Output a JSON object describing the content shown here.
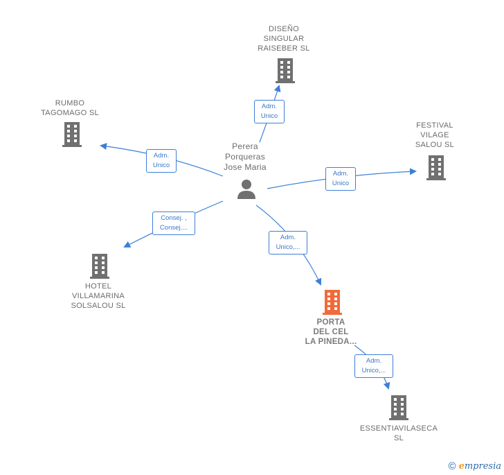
{
  "colors": {
    "edge": "#3c7fd6",
    "company_icon": "#707070",
    "focus_icon": "#f26a3a",
    "person_icon": "#707070"
  },
  "person": {
    "name_lines": [
      "Perera",
      "Porqueras",
      "Jose Maria"
    ],
    "icon": "person-icon"
  },
  "companies": {
    "diseno": {
      "lines": [
        "DISEÑO",
        "SINGULAR",
        "RAISEBER  SL"
      ],
      "icon": "building-icon"
    },
    "rumbo": {
      "lines": [
        "RUMBO",
        "TAGOMAGO  SL"
      ],
      "icon": "building-icon"
    },
    "festival": {
      "lines": [
        "FESTIVAL",
        "VILAGE",
        "SALOU  SL"
      ],
      "icon": "building-icon"
    },
    "hotel": {
      "lines": [
        "HOTEL",
        "VILLAMARINA",
        "SOLSALOU  SL"
      ],
      "icon": "building-icon"
    },
    "porta": {
      "lines": [
        "PORTA",
        "DEL CEL",
        "LA PINEDA..."
      ],
      "icon": "building-icon"
    },
    "essentia": {
      "lines": [
        "ESSENTIAVILASECA",
        "SL"
      ],
      "icon": "building-icon"
    }
  },
  "relations": {
    "diseno": [
      "Adm.",
      "Unico"
    ],
    "rumbo": [
      "Adm.",
      "Unico"
    ],
    "festival": [
      "Adm.",
      "Unico"
    ],
    "hotel": [
      "Consej. ,",
      "Consej...."
    ],
    "porta": [
      "Adm.",
      "Unico,..."
    ],
    "essentia": [
      "Adm.",
      "Unico,..."
    ]
  },
  "footer": {
    "copyright": "©",
    "brand_initial": "e",
    "brand_rest": "mpresia"
  }
}
